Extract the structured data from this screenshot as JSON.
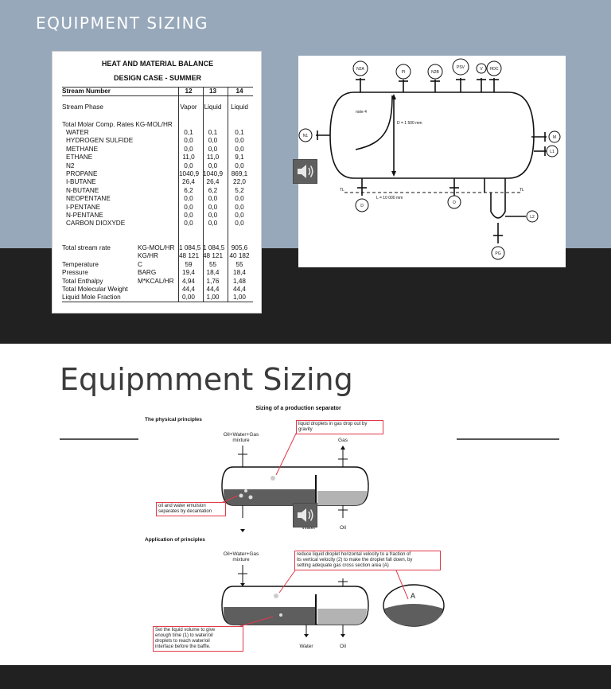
{
  "slide1": {
    "title": "EQUIPMENT SIZING",
    "hmb": {
      "title": "HEAT AND MATERIAL BALANCE",
      "subtitle": "DESIGN CASE - SUMMER",
      "header": {
        "label": "Stream Number",
        "c12": "12",
        "c13": "13",
        "c14": "14"
      },
      "phase": {
        "label": "Stream Phase",
        "c12": "Vapor",
        "c13": "Liquid",
        "c14": "Liquid"
      },
      "rates_label": "Total Molar Comp. Rates KG-MOL/HR",
      "components": [
        {
          "label": "WATER",
          "c12": "0,1",
          "c13": "0,1",
          "c14": "0,1"
        },
        {
          "label": "HYDROGEN SULFIDE",
          "c12": "0,0",
          "c13": "0,0",
          "c14": "0,0"
        },
        {
          "label": "METHANE",
          "c12": "0,0",
          "c13": "0,0",
          "c14": "0,0"
        },
        {
          "label": "ETHANE",
          "c12": "11,0",
          "c13": "11,0",
          "c14": "9,1"
        },
        {
          "label": "N2",
          "c12": "0,0",
          "c13": "0,0",
          "c14": "0,0"
        },
        {
          "label": "PROPANE",
          "c12": "1040,9",
          "c13": "1040,9",
          "c14": "869,1"
        },
        {
          "label": "I-BUTANE",
          "c12": "26,4",
          "c13": "26,4",
          "c14": "22,0"
        },
        {
          "label": "N-BUTANE",
          "c12": "6,2",
          "c13": "6,2",
          "c14": "5,2"
        },
        {
          "label": "NEOPENTANE",
          "c12": "0,0",
          "c13": "0,0",
          "c14": "0,0"
        },
        {
          "label": "I-PENTANE",
          "c12": "0,0",
          "c13": "0,0",
          "c14": "0,0"
        },
        {
          "label": "N-PENTANE",
          "c12": "0,0",
          "c13": "0,0",
          "c14": "0,0"
        },
        {
          "label": "CARBON DIOXYDE",
          "c12": "0,0",
          "c13": "0,0",
          "c14": "0,0"
        }
      ],
      "totals": [
        {
          "label": "Total stream rate",
          "unit": "KG-MOL/HR",
          "c12": "1 084,5",
          "c13": "1 084,5",
          "c14": "905,6"
        },
        {
          "label": "",
          "unit": "KG/HR",
          "c12": "48 121",
          "c13": "48 121",
          "c14": "40 182"
        },
        {
          "label": "Temperature",
          "unit": "C",
          "c12": "59",
          "c13": "55",
          "c14": "55"
        },
        {
          "label": "Pressure",
          "unit": "BARG",
          "c12": "19,4",
          "c13": "18,4",
          "c14": "18,4"
        },
        {
          "label": "Total Enthalpy",
          "unit": "M*KCAL/HR",
          "c12": "4,94",
          "c13": "1,76",
          "c14": "1,48"
        },
        {
          "label": "Total Molecular Weight",
          "unit": "",
          "c12": "44,4",
          "c13": "44,4",
          "c14": "44,4"
        },
        {
          "label": "Liquid Mole Fraction",
          "unit": "",
          "c12": "0,00",
          "c13": "1,00",
          "c14": "1,00"
        }
      ]
    },
    "vessel": {
      "nozzles_top": [
        "N2A",
        "PI",
        "N2B",
        "PSV",
        "V",
        "HOC"
      ],
      "left_nozzle": "N1",
      "right_nozzles": [
        "M",
        "L1",
        "L2"
      ],
      "bottom_nozzles": [
        "D",
        "D",
        "PG"
      ],
      "note": "note 4",
      "diameter": "D = 1 500 mm",
      "length": "L = 10 000 mm",
      "tl_left": "TL",
      "tl_right": "TL"
    }
  },
  "slide2": {
    "heading": "Equipmment Sizing",
    "diagram": {
      "title": "Sizing of a production separator",
      "section1": "The physical principles",
      "section2": "Application of principles",
      "inlet1": "Oil+Water+Gas\nmixture",
      "inlet2": "Oil+Water+Gas\nmixture",
      "gas": "Gas",
      "water1": "Water",
      "oil1": "Oil",
      "water2": "Water",
      "oil2": "Oil",
      "area_label": "A",
      "note_gravity": "liquid droplets in gas drop out by\ngravity",
      "note_decant": "oil and water emulsion\nseparates by decantation",
      "note_velocity": "reduce liquid droplet horizontal velocity to a fraction of\nits vertical velocity (2) to make the droplet fall down, by\nsetting adequate gas cross section area (A)",
      "note_volume": "Set the liquid volume to give\nenough time (1) to water/oil\ndroplets to reach water/oil\ninterface before the baffle."
    }
  },
  "colors": {
    "band": "#97a8bb",
    "dark": "#212121",
    "note_border": "#e03a4a",
    "speaker": "#5f5f5f"
  }
}
